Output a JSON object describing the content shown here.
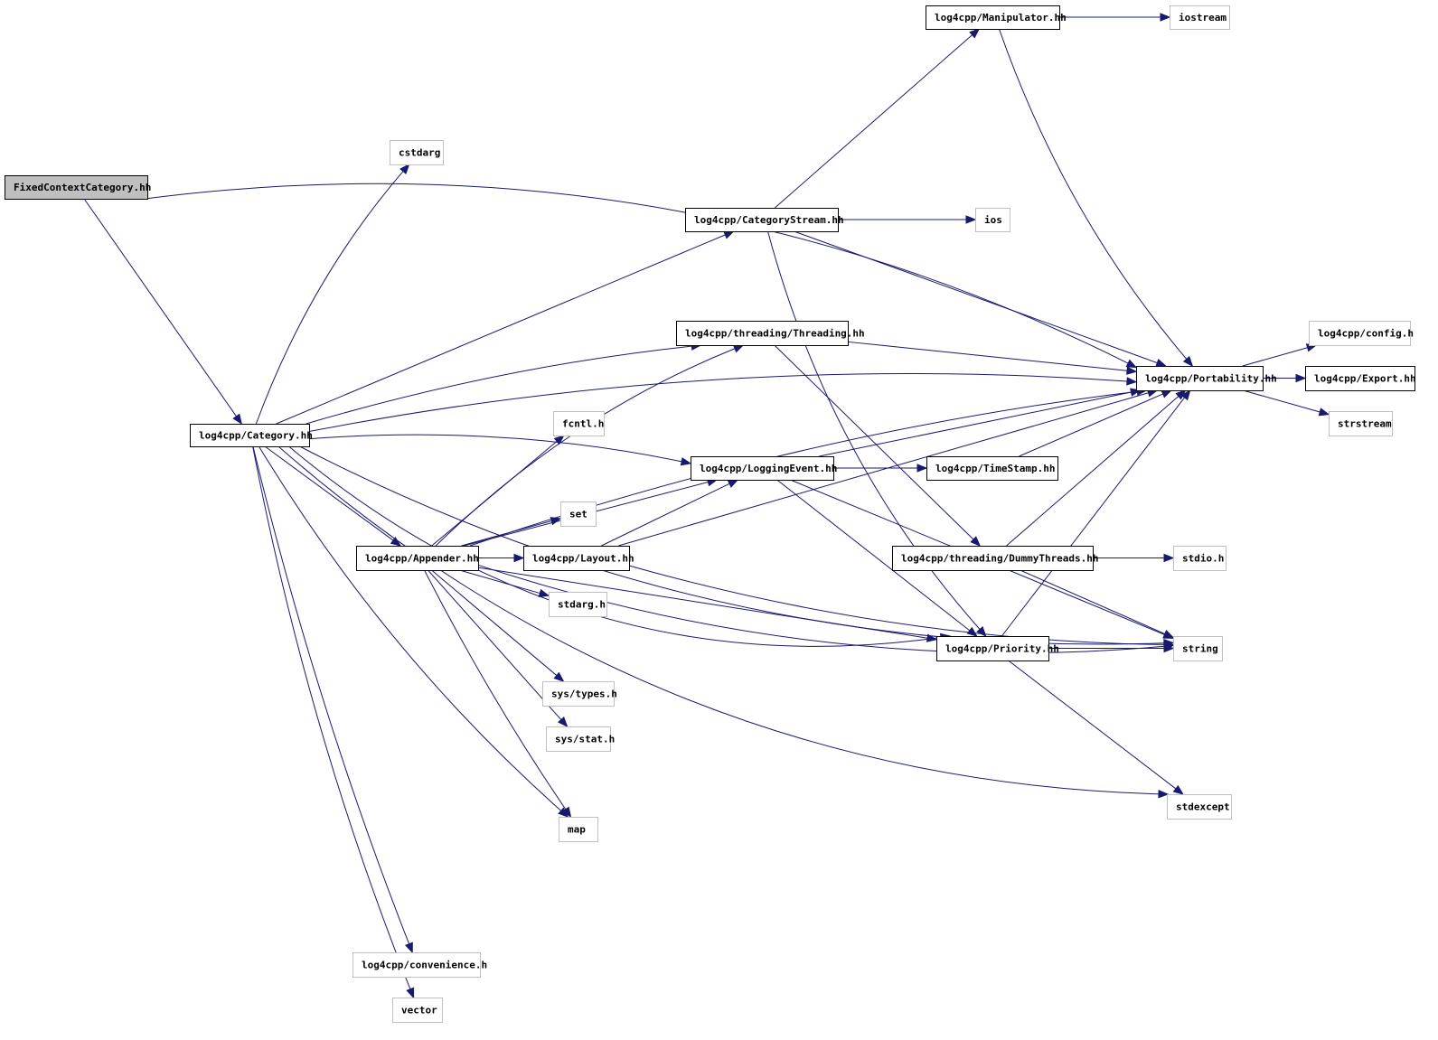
{
  "title": "FixedContextCategory.hh include dependency graph",
  "colors": {
    "edge": "#191970",
    "root_fill": "#bfbfbf",
    "root_border": "#000000",
    "doc_border": "#000000",
    "sys_border": "#bfbfbf",
    "fill": "#ffffff"
  },
  "nodes": [
    {
      "id": "root",
      "label": "FixedContextCategory.hh",
      "kind": "root"
    },
    {
      "id": "category",
      "label": "log4cpp/Category.hh",
      "kind": "doc"
    },
    {
      "id": "cstdarg",
      "label": "cstdarg",
      "kind": "sys"
    },
    {
      "id": "manip",
      "label": "log4cpp/Manipulator.hh",
      "kind": "doc"
    },
    {
      "id": "iostream",
      "label": "iostream",
      "kind": "sys"
    },
    {
      "id": "catstream",
      "label": "log4cpp/CategoryStream.hh",
      "kind": "doc"
    },
    {
      "id": "ios",
      "label": "ios",
      "kind": "sys"
    },
    {
      "id": "threading",
      "label": "log4cpp/threading/Threading.hh",
      "kind": "doc"
    },
    {
      "id": "portability",
      "label": "log4cpp/Portability.hh",
      "kind": "doc"
    },
    {
      "id": "config",
      "label": "log4cpp/config.h",
      "kind": "sys"
    },
    {
      "id": "export",
      "label": "log4cpp/Export.hh",
      "kind": "doc"
    },
    {
      "id": "strstream",
      "label": "strstream",
      "kind": "sys"
    },
    {
      "id": "fcntl",
      "label": "fcntl.h",
      "kind": "sys"
    },
    {
      "id": "loggingevent",
      "label": "log4cpp/LoggingEvent.hh",
      "kind": "doc"
    },
    {
      "id": "timestamp",
      "label": "log4cpp/TimeStamp.hh",
      "kind": "doc"
    },
    {
      "id": "set",
      "label": "set",
      "kind": "sys"
    },
    {
      "id": "appender",
      "label": "log4cpp/Appender.hh",
      "kind": "doc"
    },
    {
      "id": "layout",
      "label": "log4cpp/Layout.hh",
      "kind": "doc"
    },
    {
      "id": "dummythreads",
      "label": "log4cpp/threading/DummyThreads.hh",
      "kind": "doc"
    },
    {
      "id": "stdio",
      "label": "stdio.h",
      "kind": "sys"
    },
    {
      "id": "stdarg",
      "label": "stdarg.h",
      "kind": "sys"
    },
    {
      "id": "priority",
      "label": "log4cpp/Priority.hh",
      "kind": "doc"
    },
    {
      "id": "string",
      "label": "string",
      "kind": "sys"
    },
    {
      "id": "systypes",
      "label": "sys/types.h",
      "kind": "sys"
    },
    {
      "id": "sysstat",
      "label": "sys/stat.h",
      "kind": "sys"
    },
    {
      "id": "stdexcept",
      "label": "stdexcept",
      "kind": "sys"
    },
    {
      "id": "map",
      "label": "map",
      "kind": "sys"
    },
    {
      "id": "convenience",
      "label": "log4cpp/convenience.h",
      "kind": "sys"
    },
    {
      "id": "vector",
      "label": "vector",
      "kind": "sys"
    }
  ],
  "edges": [
    [
      "root",
      "category"
    ],
    [
      "root",
      "portability"
    ],
    [
      "category",
      "cstdarg"
    ],
    [
      "category",
      "portability"
    ],
    [
      "category",
      "catstream"
    ],
    [
      "category",
      "threading"
    ],
    [
      "category",
      "loggingevent"
    ],
    [
      "category",
      "appender"
    ],
    [
      "category",
      "priority"
    ],
    [
      "category",
      "string"
    ],
    [
      "category",
      "stdexcept"
    ],
    [
      "category",
      "map"
    ],
    [
      "category",
      "convenience"
    ],
    [
      "category",
      "vector"
    ],
    [
      "catstream",
      "manip"
    ],
    [
      "catstream",
      "ios"
    ],
    [
      "catstream",
      "portability"
    ],
    [
      "catstream",
      "priority"
    ],
    [
      "manip",
      "iostream"
    ],
    [
      "manip",
      "portability"
    ],
    [
      "threading",
      "portability"
    ],
    [
      "threading",
      "dummythreads"
    ],
    [
      "portability",
      "config"
    ],
    [
      "portability",
      "export"
    ],
    [
      "portability",
      "strstream"
    ],
    [
      "appender",
      "threading"
    ],
    [
      "appender",
      "portability"
    ],
    [
      "appender",
      "fcntl"
    ],
    [
      "appender",
      "loggingevent"
    ],
    [
      "appender",
      "set"
    ],
    [
      "appender",
      "layout"
    ],
    [
      "appender",
      "stdarg"
    ],
    [
      "appender",
      "priority"
    ],
    [
      "appender",
      "systypes"
    ],
    [
      "appender",
      "sysstat"
    ],
    [
      "appender",
      "string"
    ],
    [
      "appender",
      "map"
    ],
    [
      "loggingevent",
      "timestamp"
    ],
    [
      "loggingevent",
      "portability"
    ],
    [
      "loggingevent",
      "priority"
    ],
    [
      "loggingevent",
      "string"
    ],
    [
      "timestamp",
      "portability"
    ],
    [
      "layout",
      "loggingevent"
    ],
    [
      "layout",
      "portability"
    ],
    [
      "layout",
      "string"
    ],
    [
      "dummythreads",
      "stdio"
    ],
    [
      "dummythreads",
      "portability"
    ],
    [
      "dummythreads",
      "string"
    ],
    [
      "priority",
      "string"
    ],
    [
      "priority",
      "portability"
    ],
    [
      "priority",
      "stdexcept"
    ]
  ]
}
